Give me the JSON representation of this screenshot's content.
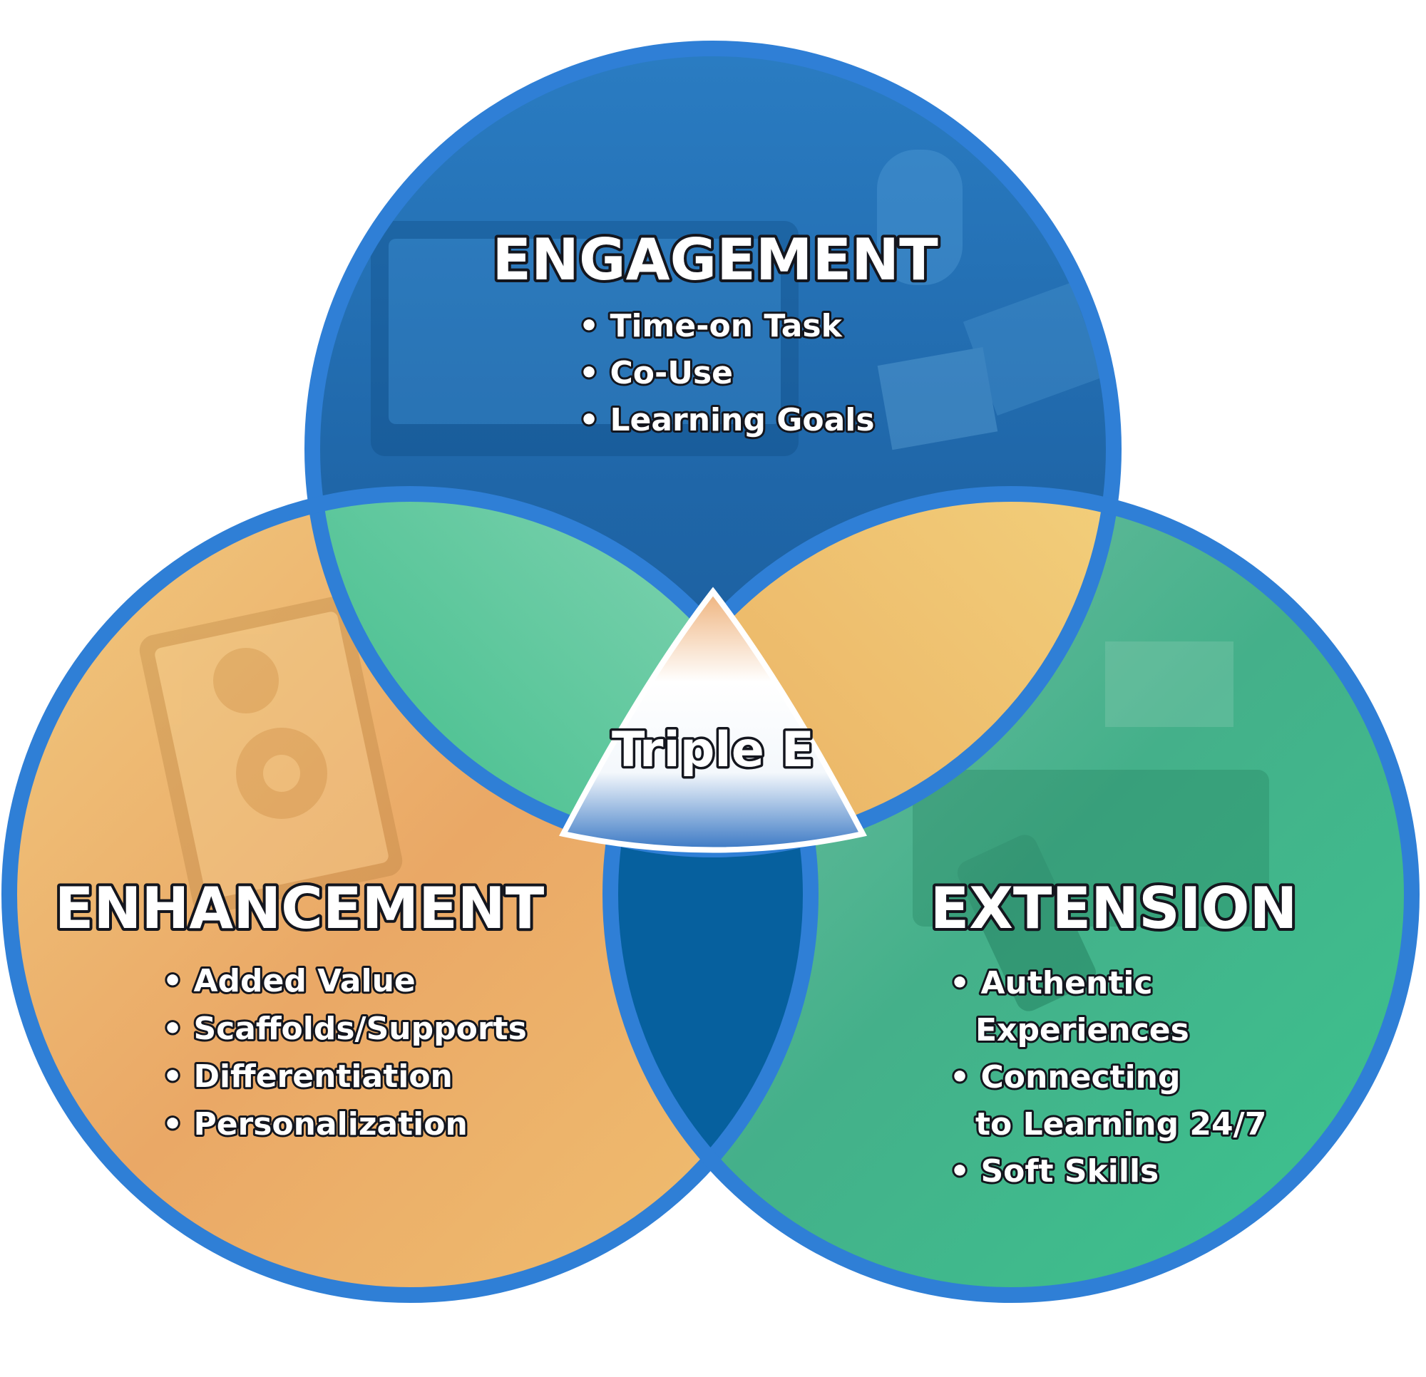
{
  "center": {
    "label": "Triple E"
  },
  "circles": [
    {
      "key": "engagement",
      "title": "ENGAGEMENT",
      "items": [
        "• Time-on Task",
        "• Co-Use",
        "• Learning Goals"
      ]
    },
    {
      "key": "enhancement",
      "title": "ENHANCEMENT",
      "items": [
        "• Added Value",
        "• Scaffolds/Supports",
        "• Differentiation",
        "• Personalization"
      ]
    },
    {
      "key": "extension",
      "title": "EXTENSION",
      "items": [
        "• Authentic",
        "Experiences",
        "• Connecting",
        "to Learning  24/7",
        "• Soft Skills"
      ]
    }
  ],
  "colors": {
    "ring_outer": "#2f7fd6",
    "ring_light": "#3fc6f0",
    "engagement_fill": "#1d5f9e",
    "enhancement_fill": "#eaa560",
    "extension_fill": "#3fae86",
    "overlap_eng_enh": "#6ccfa8",
    "overlap_eng_ext": "#efbd6a",
    "overlap_enh_ext": "#06609e",
    "center_fill": "#ffffff",
    "text_stroke": "#14161e"
  }
}
